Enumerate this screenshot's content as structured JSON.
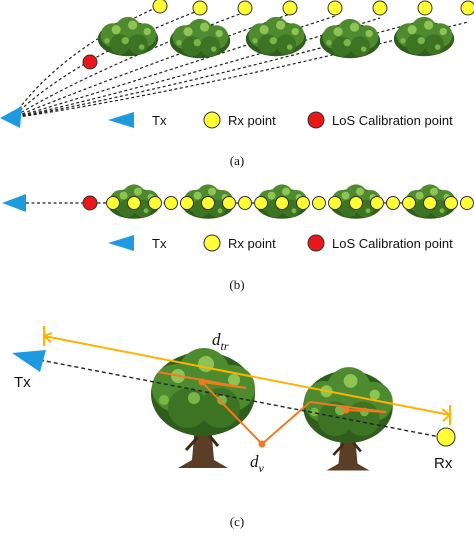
{
  "colors": {
    "tx": "#1e9ae0",
    "rx": "#ffff33",
    "los": "#e81818",
    "dtr_line": "#ffb300",
    "dv_line": "#f07a20",
    "tree_dark": "#2f5e1c",
    "tree_mid": "#4e8a2e",
    "tree_light": "#8ec455",
    "trunk": "#5a3e26"
  },
  "icons": {
    "tx": "triangle-arrow-icon",
    "rx": "yellow-circle-icon",
    "los": "red-circle-icon",
    "tree": "tree-icon"
  },
  "panel_a": {
    "caption": "(a)",
    "legend": {
      "tx": "Tx",
      "rx": "Rx point",
      "los": "LoS Calibration point"
    }
  },
  "panel_b": {
    "caption": "(b)",
    "legend": {
      "tx": "Tx",
      "rx": "Rx point",
      "los": "LoS Calibration point"
    }
  },
  "panel_c": {
    "caption": "(c)",
    "tx_label": "Tx",
    "rx_label": "Rx",
    "dtr_label": {
      "base": "d",
      "sub": "tr"
    },
    "dv_label": {
      "base": "d",
      "sub": "v"
    }
  }
}
